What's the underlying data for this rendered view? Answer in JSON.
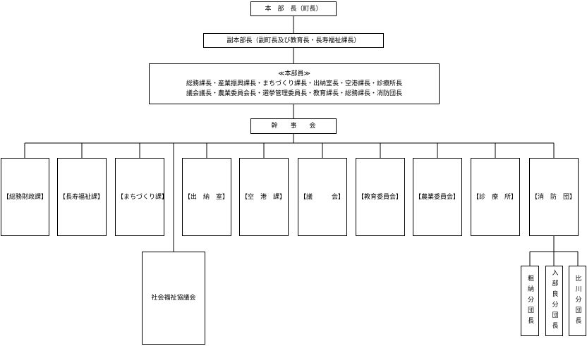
{
  "chart": {
    "head": "本　部　長（町長）",
    "vice_head": "副本部長（副町長及び教育長・長寿福祉課長）",
    "members": {
      "title": "≪本部員≫",
      "line1": "総務課長・産業振興課長・まちづくり課長・出納室長・空港課長・診療所長",
      "line2": "議会議長・農業委員会長・選挙管理委員長・教育課長・総務課長・消防団長"
    },
    "secretariat": "幹　　事　　会",
    "departments": [
      "【総務財政課】",
      "【長寿福祉課】",
      "【まちづくり課】",
      "【出　納　室】",
      "【空　港　課】",
      "【議　　　会】",
      "【教育委員会】",
      "【農業委員会】",
      "【診　療　所】",
      "【消　防　団】"
    ],
    "welfare_council": "社会福祉協議会",
    "fire_branches": [
      "粗納分団長",
      "入部良分団長",
      "比川分団長"
    ]
  }
}
